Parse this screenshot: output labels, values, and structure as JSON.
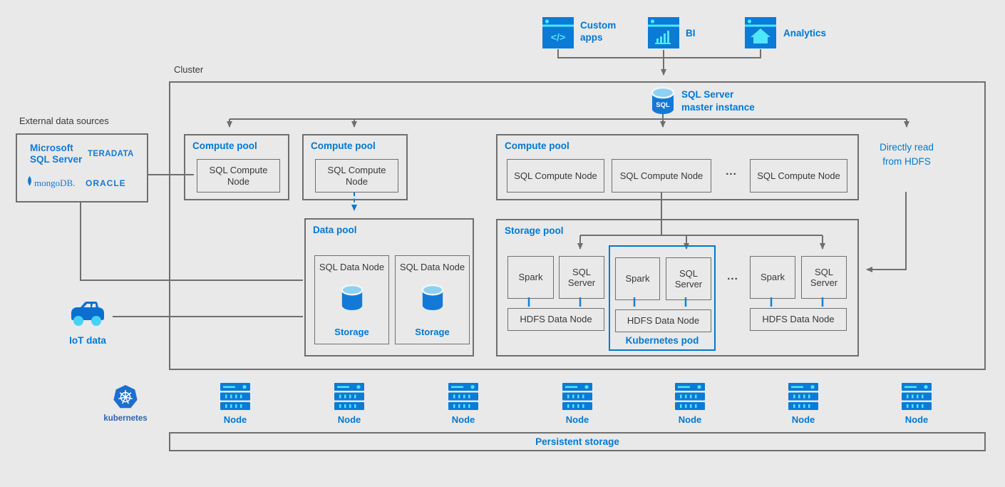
{
  "colors": {
    "accent": "#0078d4",
    "cyan": "#50e6ff",
    "icon_blue": "#0b7bd6",
    "border_gray": "#6f6f6f",
    "text_dark": "#383838"
  },
  "header_apps": {
    "custom_apps": "Custom apps",
    "bi": "BI",
    "analytics": "Analytics"
  },
  "cluster": {
    "label": "Cluster",
    "master": {
      "label": "SQL Server\nmaster instance",
      "icon_text": "SQL"
    }
  },
  "external": {
    "label": "External data sources",
    "microsoft": "Microsoft\nSQL Server",
    "teradata": "TERADATA",
    "mongodb": "mongoDB.",
    "oracle": "ORACLE"
  },
  "compute_pool": {
    "title": "Compute pool",
    "node": "SQL Compute Node",
    "ellipsis": "..."
  },
  "data_pool": {
    "title": "Data pool",
    "node": "SQL Data Node",
    "storage": "Storage"
  },
  "storage_pool": {
    "title": "Storage pool",
    "spark": "Spark",
    "sql_server": "SQL Server",
    "hdfs": "HDFS Data Node",
    "pod": "Kubernetes pod",
    "ellipsis": "..."
  },
  "annotations": {
    "directly_read": "Directly read from HDFS",
    "iot": "IoT data"
  },
  "infrastructure": {
    "kubernetes": "kubernetes",
    "node": "Node",
    "node_count": 7,
    "persistent_storage": "Persistent storage"
  }
}
